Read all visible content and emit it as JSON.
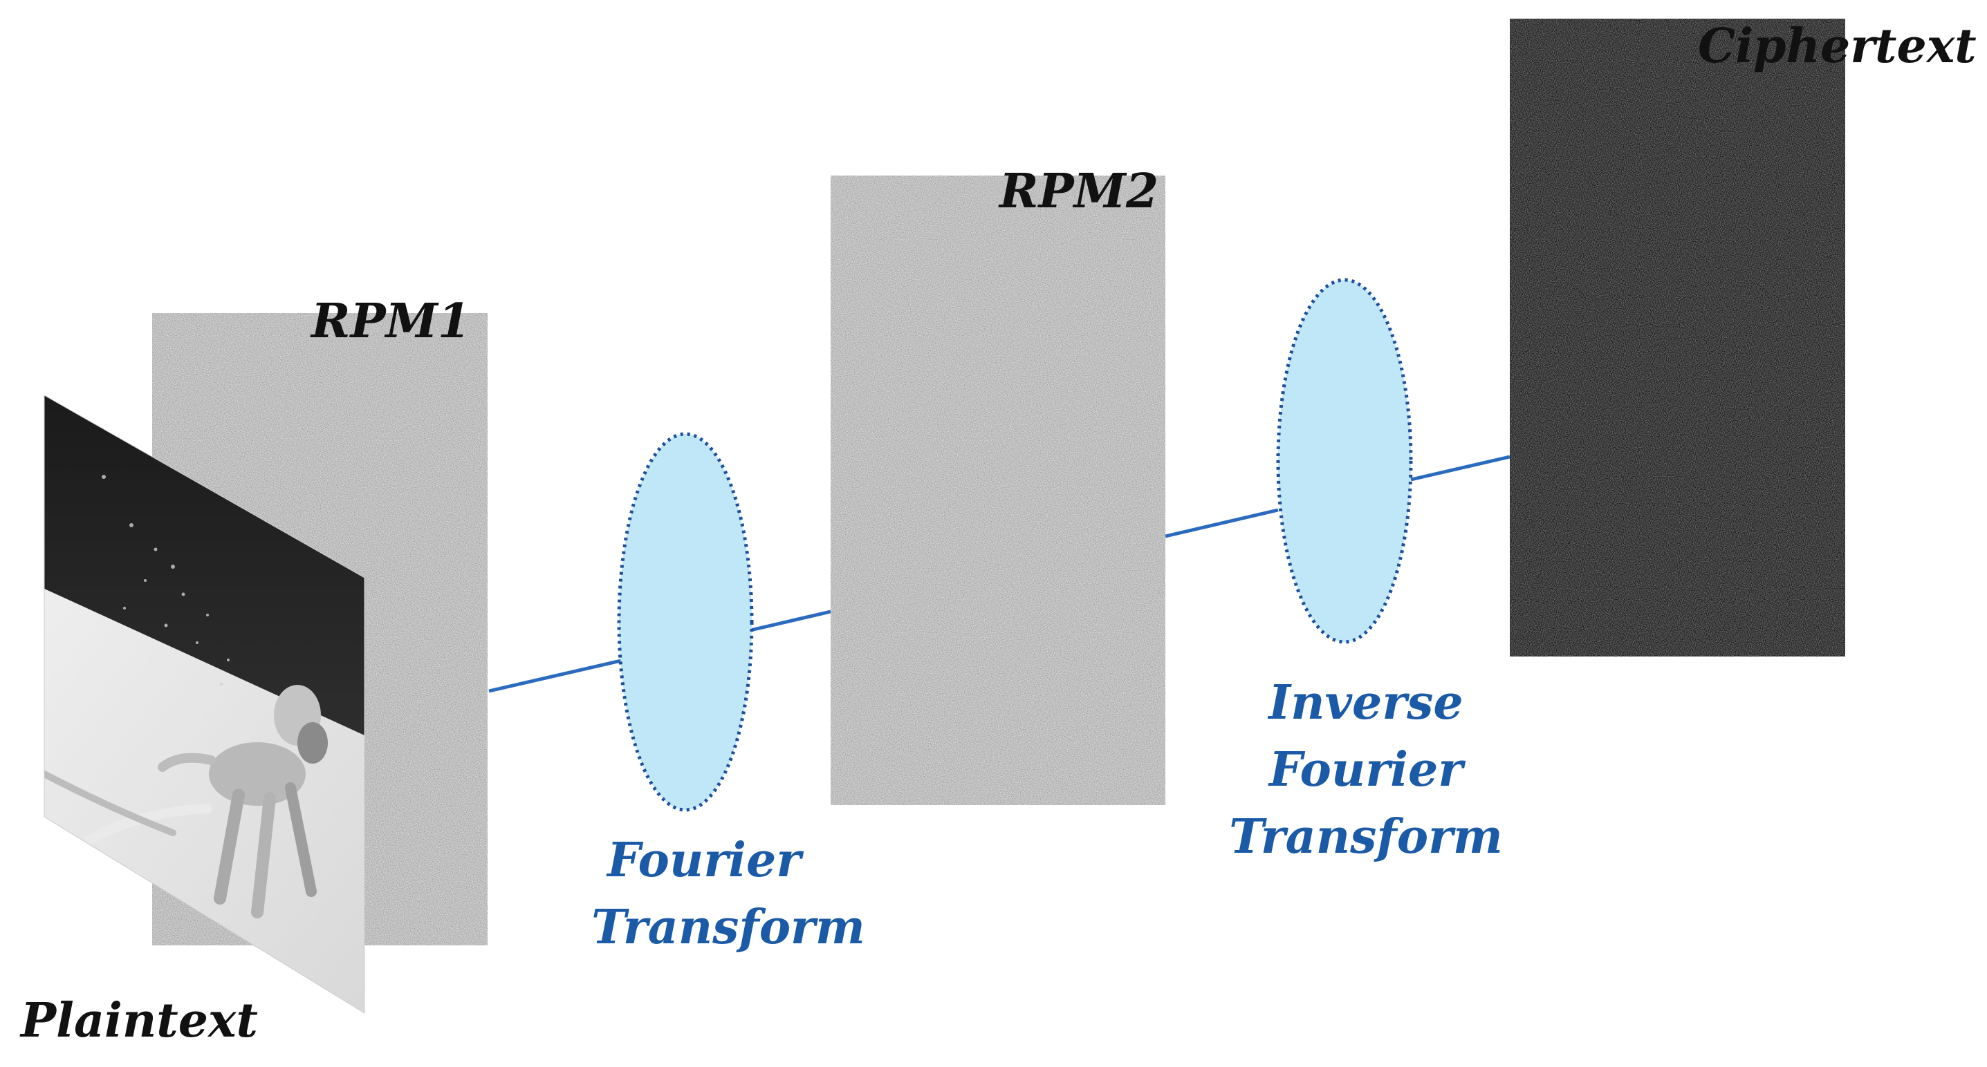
{
  "diagram": {
    "plaintext_label": "Plaintext",
    "rpm1_label": "RPM1",
    "rpm2_label": "RPM2",
    "ciphertext_label": "Ciphertext",
    "lens1_label": [
      "Fourier",
      "Transform"
    ],
    "lens2_label": [
      "Inverse",
      "Fourier",
      "Transform"
    ],
    "colors": {
      "beam": "#2a6bbf",
      "lens_fill": "#bfe7f8",
      "lens_stroke": "#1d4f9a",
      "label_blue": "#1b5aa6",
      "label_dark": "#111111",
      "mask_light": "#c9c9c9",
      "cipher_dark": "#2b2b2b"
    }
  }
}
